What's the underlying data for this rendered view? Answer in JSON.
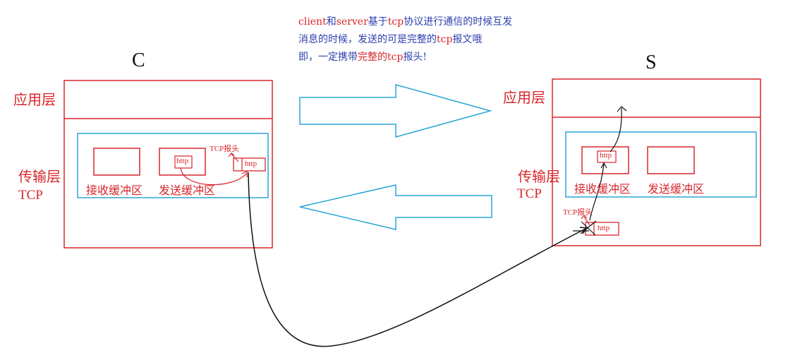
{
  "note": {
    "line1_a": "client",
    "line1_b": "和",
    "line1_c": "server",
    "line1_d": "基于",
    "line1_e": "tcp",
    "line1_f": "协议进行通信的时候互发",
    "line2_a": "消息的时候，发送的可是完整的",
    "line2_b": "tcp",
    "line2_c": "报文哦",
    "line3_a": "即，一定携带",
    "line3_b": "完整的",
    "line3_c": "tcp",
    "line3_d": "报头!"
  },
  "client": {
    "title": "C",
    "app_layer": "应用层",
    "transport_layer": "传输层",
    "tcp": "TCP",
    "recv_buffer": "接收缓冲区",
    "send_buffer": "发送缓冲区",
    "http_in_send": "http",
    "tcp_header_label": "TCP报头",
    "packet_http": "http"
  },
  "server": {
    "title": "S",
    "app_layer": "应用层",
    "transport_layer": "传输层",
    "tcp": "TCP",
    "recv_buffer": "接收缓冲区",
    "send_buffer": "发送缓冲区",
    "http_in_recv": "http",
    "tcp_header_label": "TCP报头",
    "packet_http": "http"
  },
  "colors": {
    "red": "#d8262b",
    "blue": "#2d3fae",
    "cyan": "#2aa5d6",
    "black": "#111111"
  }
}
